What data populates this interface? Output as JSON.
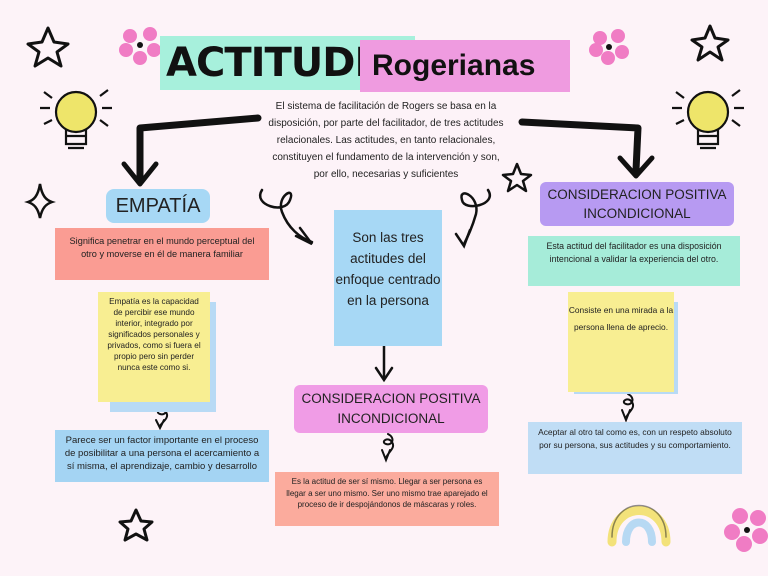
{
  "title": {
    "part1": "ACTITUDES",
    "part2": "Rogerianas"
  },
  "intro": "El sistema de facilitación de Rogers se basa en la disposición, por parte del facilitador, de tres actitudes relacionales. Las actitudes, en tanto relacionales, constituyen el fundamento de la intervención y son, por ello, necesarias y suficientes",
  "center": "Son las tres actitudes del enfoque centrado en la persona",
  "left": {
    "heading": "EMPATÍA",
    "definition": "Significa penetrar en el mundo perceptual del otro y moverse en él de manera familiar",
    "note": "Empatía es la capacidad de percibir ese mundo interior, integrado por significados personales y privados, como si fuera el propio pero sin perder nunca este como si.",
    "conclusion": "Parece ser un factor importante en el proceso de posibilitar a una persona el acercamiento a sí misma, el aprendizaje, cambio y desarrollo"
  },
  "right": {
    "heading": "CONSIDERACION POSITIVA INCONDICIONAL",
    "definition": "Esta actitud del facilitador es una disposición intencional a validar la experiencia del otro.",
    "note": "Consiste en una mirada a la persona llena de aprecio.",
    "conclusion": "Aceptar al otro tal como es, con un respeto absoluto por su persona, sus actitudes y su comportamiento."
  },
  "middle": {
    "heading": "CONSIDERACION POSITIVA INCONDICIONAL",
    "definition": "Es la actitud de ser sí mismo. Llegar a ser persona es llegar a ser uno mismo. Ser uno mismo trae aparejado el proceso de ir despojándonos de máscaras y roles."
  },
  "colors": {
    "title_bg": "#a7f0dc",
    "subtitle_bg": "#ef9be0",
    "empatia_bg": "#a7d8f5",
    "right_heading_bg": "#b79af2",
    "middle_heading_bg": "#f09ce6",
    "sticky_yellow": "#f8ee92"
  },
  "icons": [
    "star-icon",
    "flower-icon",
    "lightbulb-icon",
    "sparkle-icon",
    "rainbow-icon",
    "arrow-icon"
  ]
}
